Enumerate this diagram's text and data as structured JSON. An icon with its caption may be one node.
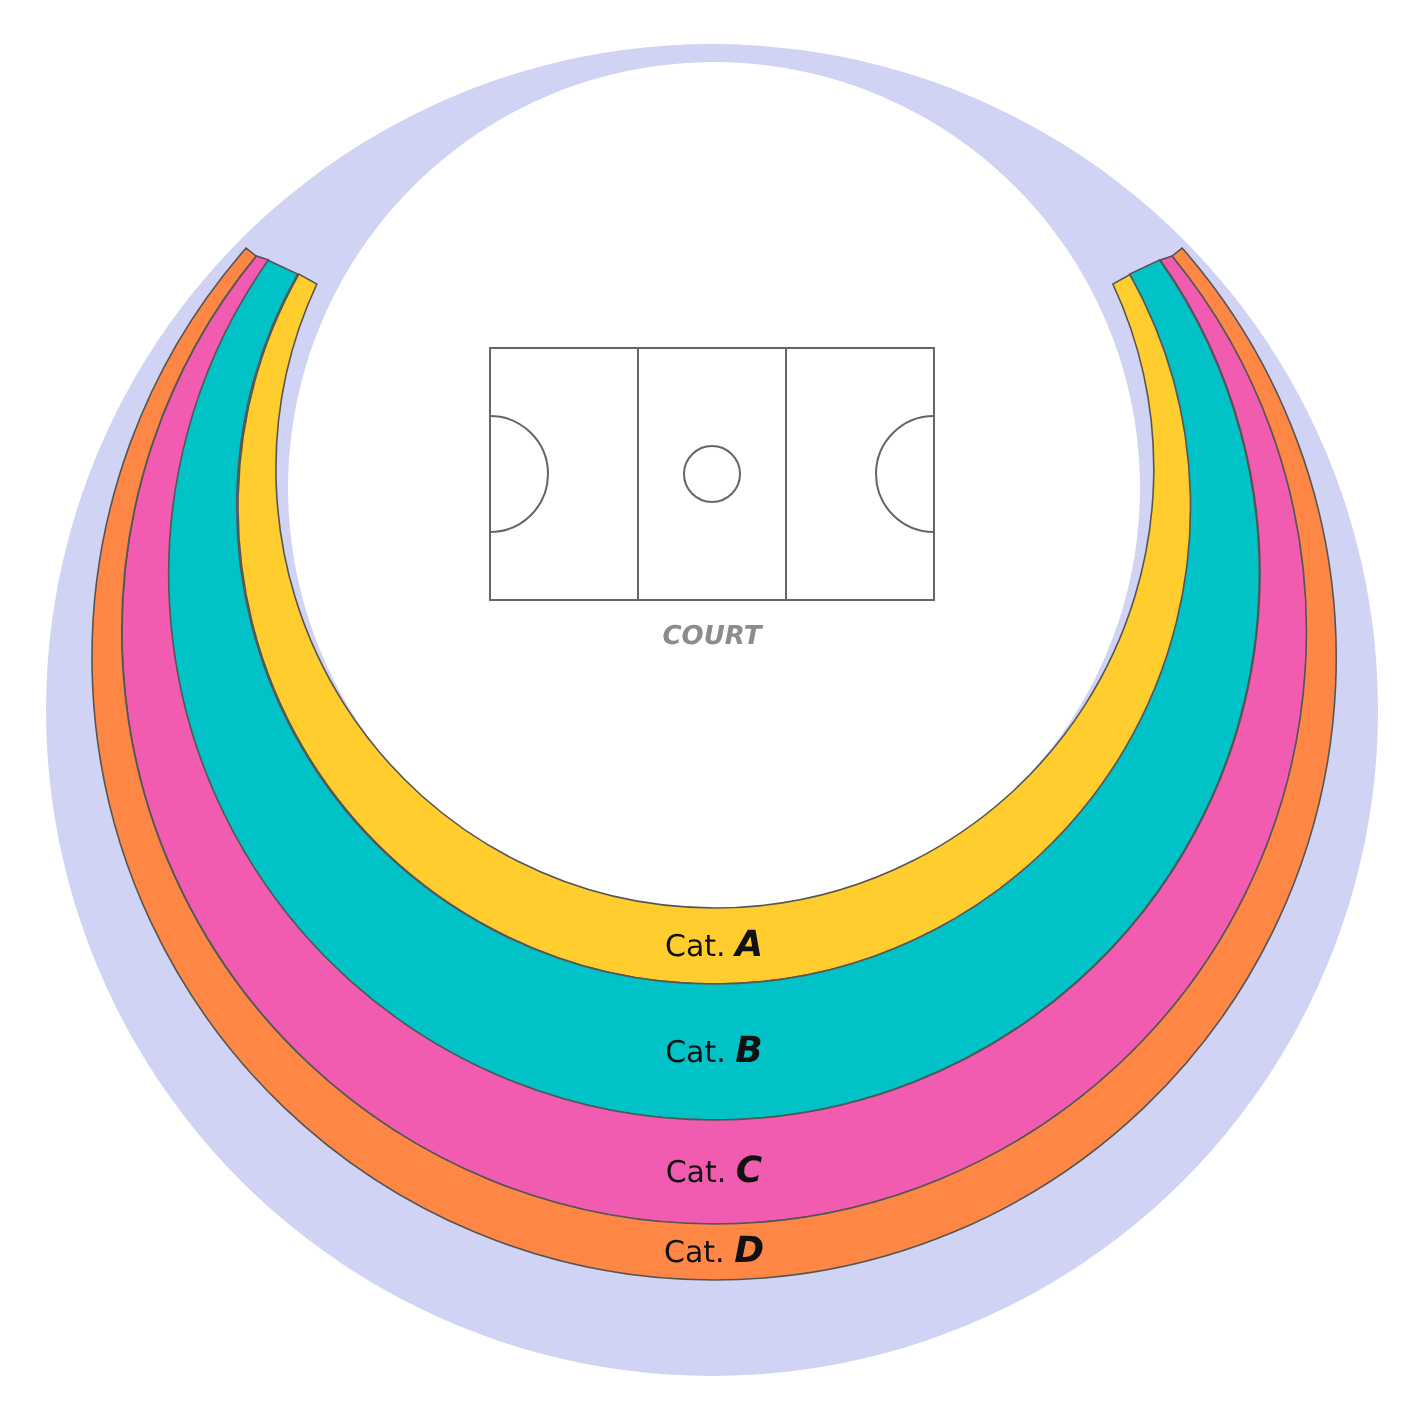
{
  "diagram": {
    "nodes": [
      {
        "text": [
          "COURT"
        ]
      },
      {
        "text": [
          "Cat. **A**"
        ]
      },
      {
        "text": [
          "Cat. **B**"
        ]
      },
      {
        "text": [
          "Cat. **C**"
        ]
      },
      {
        "text": [
          "Cat. **D**"
        ]
      }
    ]
  }
}
